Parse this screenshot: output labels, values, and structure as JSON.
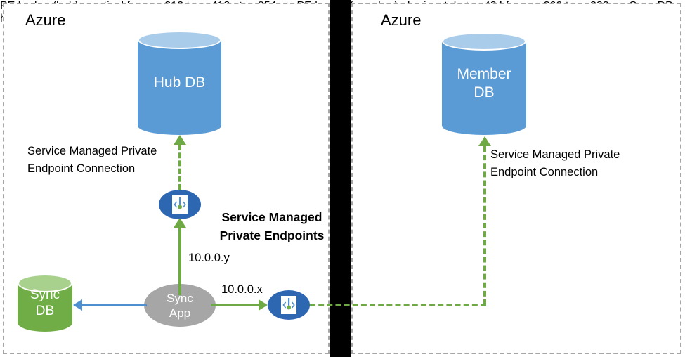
{
  "regions": {
    "left": {
      "label": "Azure"
    },
    "right": {
      "label": "Azure"
    }
  },
  "nodes": {
    "hub_db": {
      "label": "Hub DB",
      "type": "database",
      "color": "#5B9BD5"
    },
    "member_db": {
      "label": "Member\nDB",
      "type": "database",
      "color": "#5B9BD5"
    },
    "sync_db": {
      "label": "Sync\nDB",
      "type": "database",
      "color": "#70AD47"
    },
    "sync_app": {
      "label": "Sync\nApp",
      "type": "process",
      "color": "#A6A6A6"
    },
    "pe_hub": {
      "label": "",
      "type": "private-endpoint",
      "color": "#2E67B1"
    },
    "pe_member": {
      "label": "",
      "type": "private-endpoint",
      "color": "#2E67B1"
    }
  },
  "annotations": {
    "hub_endpoint_connection": "Service Managed Private\nEndpoint Connection",
    "member_endpoint_connection": "Service Managed Private\nEndpoint Connection",
    "smpe_title": "Service Managed\nPrivate Endpoints",
    "ip_hub": "10.0.0.y",
    "ip_member": "10.0.0.x"
  },
  "colors": {
    "database_blue": "#5B9BD5",
    "database_blue_top": "#A9CCEA",
    "database_green": "#70AD47",
    "database_green_top": "#A9D18E",
    "endpoint_blue": "#2E67B1",
    "app_gray": "#A6A6A6",
    "connector_green": "#6FA945",
    "connector_blue": "#4E8FD0",
    "wall_black": "#000000",
    "region_border": "#A6A6A6"
  }
}
